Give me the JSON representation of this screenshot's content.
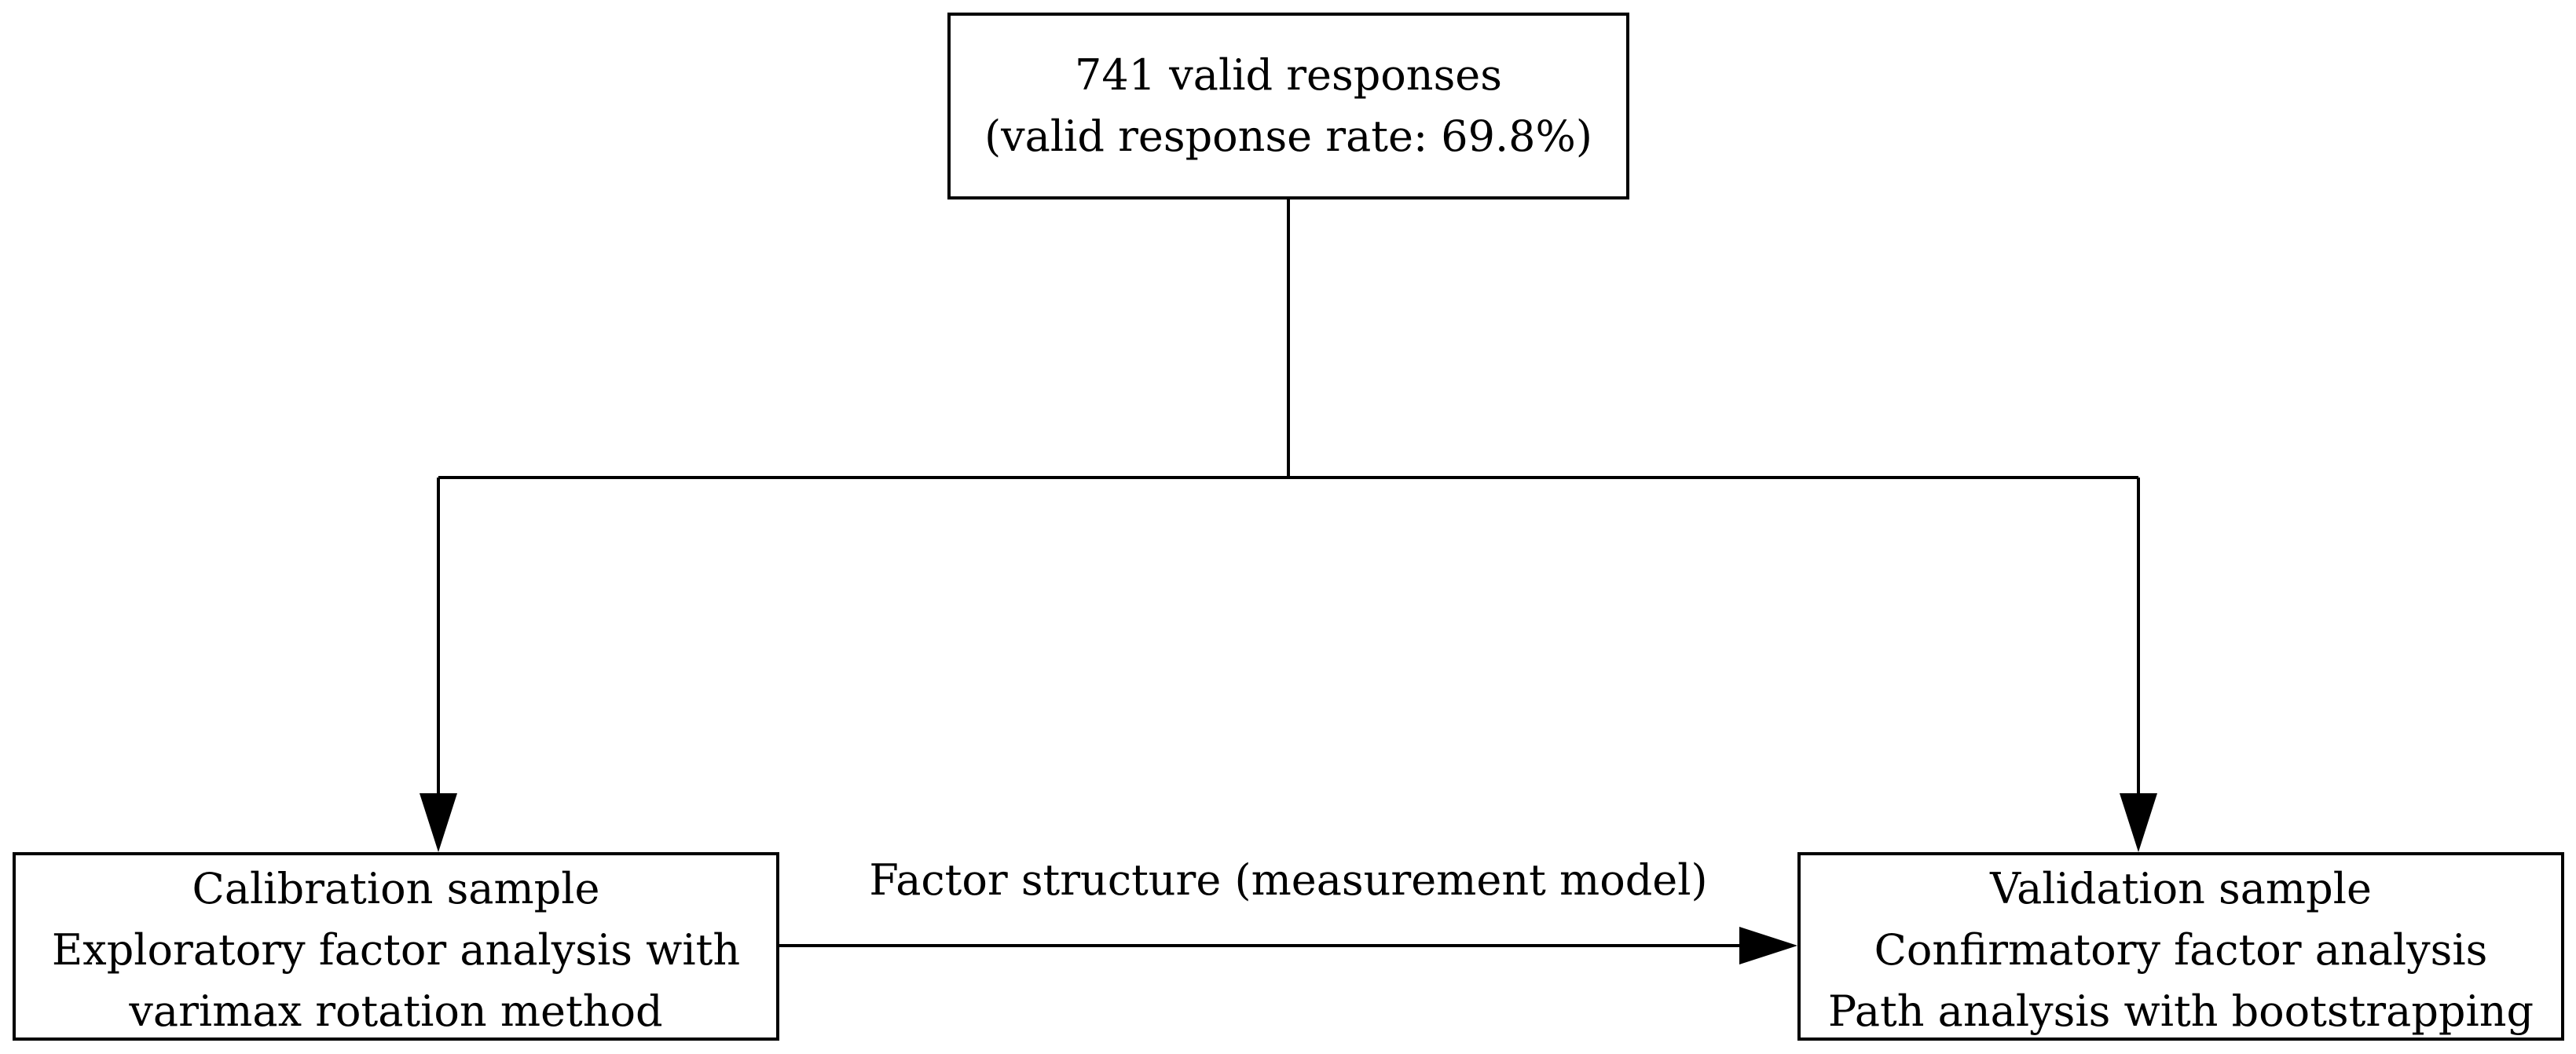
{
  "top_box": {
    "line1": "741 valid responses",
    "line2": "(valid response rate: 69.8%)"
  },
  "left_box": {
    "line1": "Calibration sample",
    "line2": "Exploratory factor analysis with",
    "line3": "varimax rotation method"
  },
  "right_box": {
    "line1": "Validation sample",
    "line2": "Confirmatory factor analysis",
    "line3": "Path analysis with bootstrapping"
  },
  "edge": {
    "label": "Factor structure (measurement model)"
  },
  "colors": {
    "stroke": "#000000",
    "background": "#ffffff"
  }
}
